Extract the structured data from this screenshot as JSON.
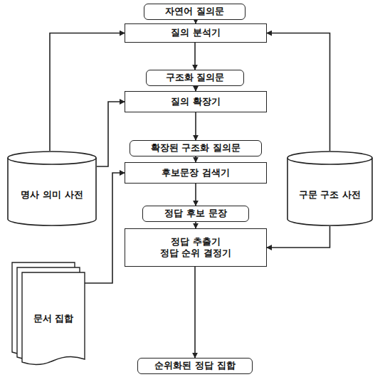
{
  "diagram": {
    "nodes": [
      {
        "text": [
          "자연어 질의문"
        ]
      },
      {
        "text": [
          "질의 분석기"
        ]
      },
      {
        "text": [
          "구조화 질의문"
        ]
      },
      {
        "text": [
          "질의 확장기"
        ]
      },
      {
        "text": [
          "명사 의미 사전"
        ]
      },
      {
        "text": [
          "확장된 구조화 질의문"
        ]
      },
      {
        "text": [
          "구문 구조 사전"
        ]
      },
      {
        "text": [
          "후보문장 검색기"
        ]
      },
      {
        "text": [
          "문서 집합"
        ]
      },
      {
        "text": [
          "정답 후보 문장"
        ]
      },
      {
        "text": [
          "정답 추출기",
          "정답 순위 결정기"
        ]
      },
      {
        "text": [
          "순위화된 정답 집합"
        ]
      }
    ],
    "edges": [
      {
        "from": 0,
        "to": 1,
        "arrow": "to"
      },
      {
        "from": 1,
        "to": 2,
        "arrow": "to"
      },
      {
        "from": 2,
        "to": 3,
        "arrow": "to"
      },
      {
        "from": 3,
        "to": 5,
        "arrow": "to"
      },
      {
        "from": 5,
        "to": 7,
        "arrow": "to"
      },
      {
        "from": 7,
        "to": 9,
        "arrow": "to"
      },
      {
        "from": 9,
        "to": 10,
        "arrow": "to"
      },
      {
        "from": 10,
        "to": 11,
        "arrow": "to"
      },
      {
        "from": 4,
        "to": 1,
        "arrow": "to"
      },
      {
        "from": 4,
        "to": 3,
        "arrow": "to"
      },
      {
        "from": 6,
        "to": 1,
        "arrow": "to"
      },
      {
        "from": 6,
        "to": 10,
        "arrow": "to"
      },
      {
        "from": 8,
        "to": 7,
        "arrow": "to"
      }
    ]
  }
}
